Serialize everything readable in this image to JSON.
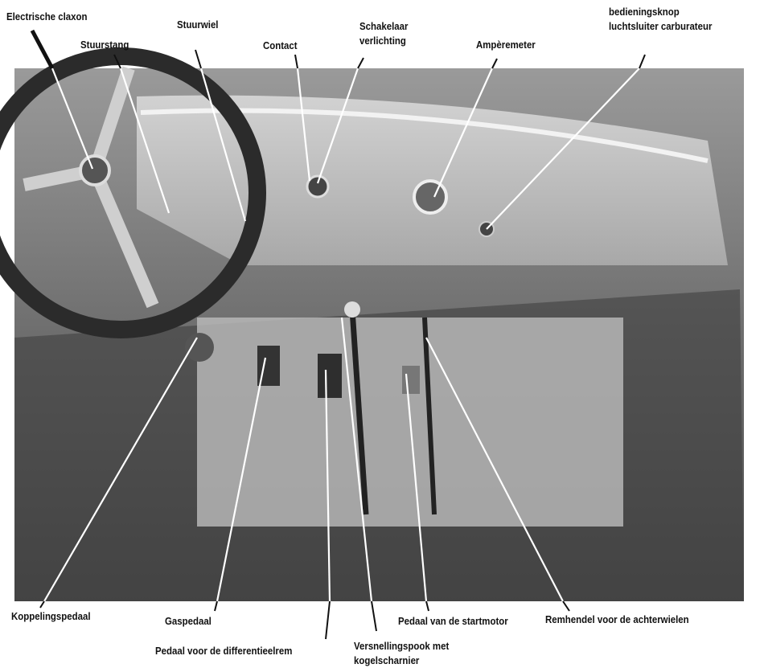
{
  "labels": {
    "claxon": "Electrische claxon",
    "stuurstang": "Stuurstang",
    "stuurwiel": "Stuurwiel",
    "contact": "Contact",
    "schakelaar_1": "Schakelaar",
    "schakelaar_2": "verlichting",
    "amperemeter": "Ampèremeter",
    "bedieningsknop_1": "bedieningsknop",
    "bedieningsknop_2": "luchtsluiter carburateur",
    "koppelingspedaal": "Koppelingspedaal",
    "gaspedaal": "Gaspedaal",
    "differentieelrem": "Pedaal voor de differentieelrem",
    "versnellingspook_1": "Versnellingspook met",
    "versnellingspook_2": "kogelscharnier",
    "startmotor": "Pedaal van de startmotor",
    "remhendel": "Remhendel voor de achterwielen"
  }
}
